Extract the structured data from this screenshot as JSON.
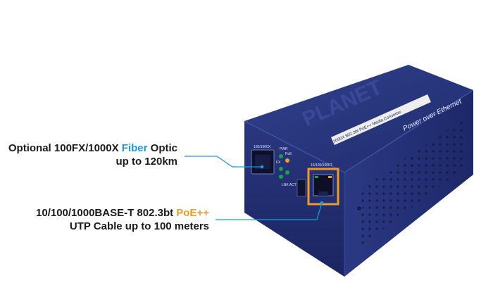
{
  "callouts": {
    "fiber": {
      "line1_pre": "Optional 100FX/1000X ",
      "line1_highlight": "Fiber",
      "line1_post": " Optic",
      "line2": "up to 120km"
    },
    "poe": {
      "line1_pre": "10/100/1000BASE-T 802.3bt ",
      "line1_highlight": "PoE++",
      "line2": "UTP Cable up to 100 meters"
    }
  },
  "device": {
    "brand": "PLANET",
    "model_strip": "1000X 802.3bt PoE++ Media Converter",
    "side_text": "Power over Ethernet",
    "port_sfp": "100/1000X",
    "port_rj45": "10/100/1000T",
    "led_labels": [
      "PWR",
      "PoE",
      "FX",
      "LNK ACT"
    ]
  },
  "colors": {
    "fiber_highlight": "#1a9ad9",
    "poe_highlight": "#f39a1e",
    "device_blue": "#25327a",
    "port_outline": "#f39a1e"
  }
}
